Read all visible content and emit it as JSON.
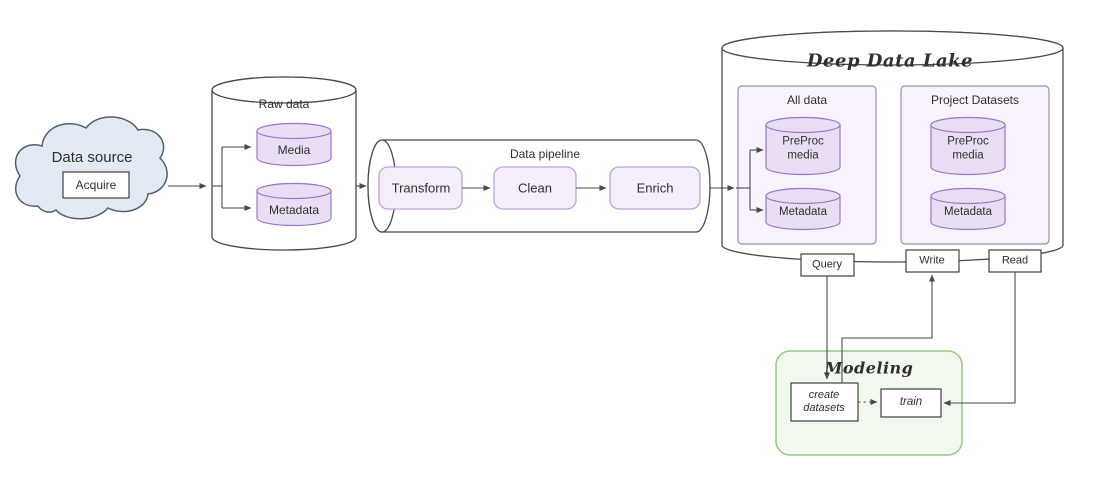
{
  "colors": {
    "ink": "#2f2f2f",
    "ink-soft": "#4a4a4a",
    "lavender-fill": "#eadef5",
    "purple-stroke": "#9a79c6",
    "stage-fill": "#f4eefb",
    "stage-stroke": "#bca4da",
    "group-fill": "#f7f2fb",
    "group-stroke": "#998fab",
    "green-fill": "#f1f9ee",
    "green-stroke": "#95c885",
    "cloud-fill": "#e2ebf3",
    "cloud-stroke": "#51616f"
  },
  "diagram": {
    "source": {
      "title": "Data source",
      "action": "Acquire"
    },
    "raw": {
      "title": "Raw data",
      "stores": [
        "Media",
        "Metadata"
      ]
    },
    "pipeline": {
      "title": "Data pipeline",
      "stages": [
        "Transform",
        "Clean",
        "Enrich"
      ]
    },
    "lake": {
      "title": "Deep Data Lake",
      "groups": [
        {
          "title": "All data",
          "stores": [
            "PreProc\nmedia",
            "Metadata"
          ]
        },
        {
          "title": "Project Datasets",
          "stores": [
            "PreProc\nmedia",
            "Metadata"
          ]
        }
      ],
      "ports": [
        "Query",
        "Write",
        "Read"
      ]
    },
    "modeling": {
      "title": "Modeling",
      "steps": [
        "create\ndatasets",
        "train"
      ]
    }
  }
}
